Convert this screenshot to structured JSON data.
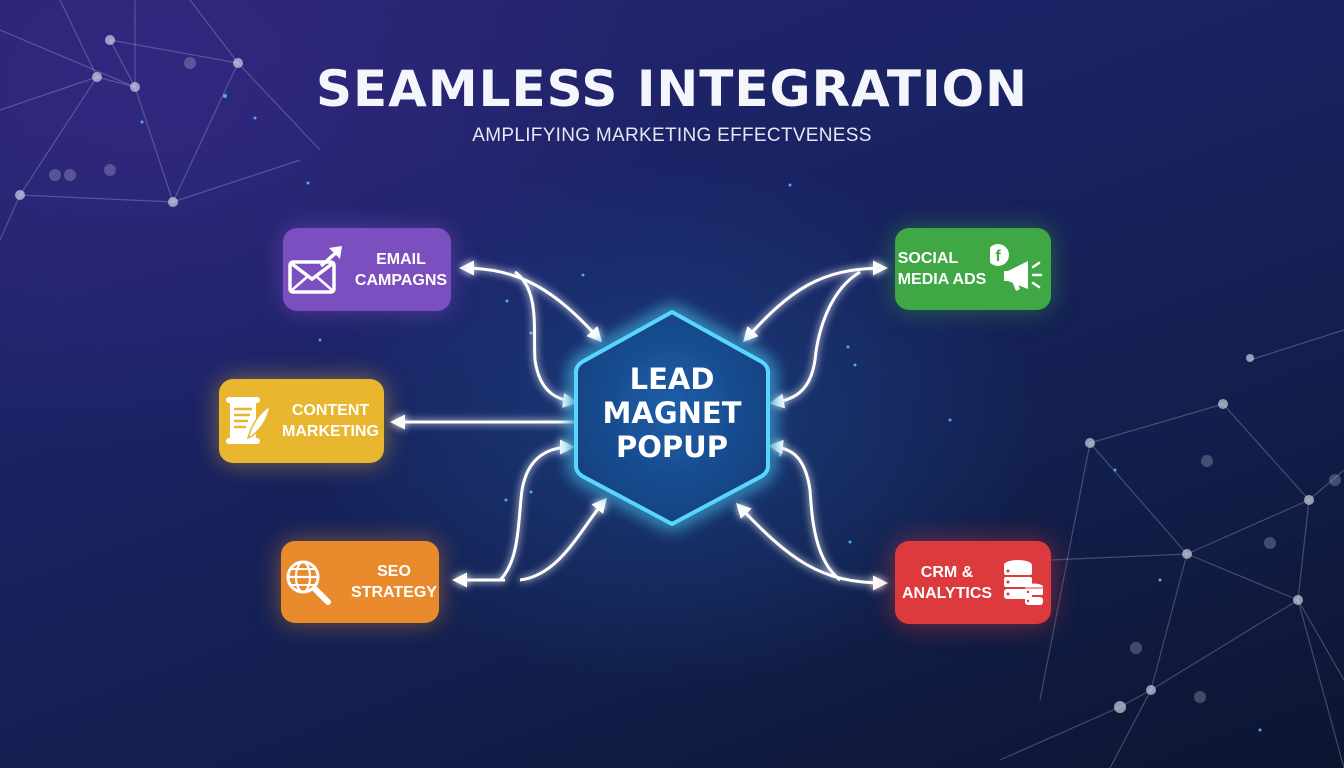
{
  "header": {
    "title": "SEAMLESS INTEGRATION",
    "subtitle": "AMPLIFYING MARKETING EFFECTVENESS"
  },
  "hub": {
    "lines": [
      "LEAD",
      "MAGNET",
      "POPUP"
    ],
    "shape": "hexagon",
    "color": "#4fd3ff"
  },
  "nodes": [
    {
      "id": "email",
      "lines": [
        "EMAIL",
        "CAMPAGNS"
      ],
      "icon": "envelope-arrow-icon",
      "color": "#7b4fc0",
      "position": "top-left"
    },
    {
      "id": "content",
      "lines": [
        "CONTENT",
        "MARKETING"
      ],
      "icon": "scroll-quill-icon",
      "color": "#e9b630",
      "position": "middle-left"
    },
    {
      "id": "seo",
      "lines": [
        "SEO",
        "STRATEGY"
      ],
      "icon": "globe-magnifier-icon",
      "color": "#e98a2c",
      "position": "bottom-left"
    },
    {
      "id": "social",
      "lines": [
        "SOCIAL",
        "MEDIA ADS"
      ],
      "icon": "facebook-megaphone-icon",
      "color": "#3fa845",
      "position": "top-right"
    },
    {
      "id": "crm",
      "lines": [
        "CRM &",
        "ANALYTICS"
      ],
      "icon": "database-icon",
      "color": "#dc3a3d",
      "position": "bottom-right"
    }
  ]
}
